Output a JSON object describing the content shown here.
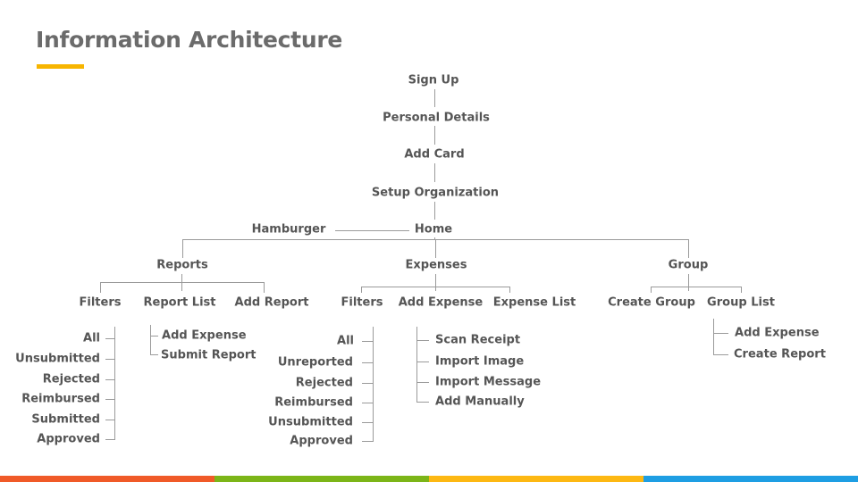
{
  "title": "Information Architecture",
  "accent_color": "#f7b500",
  "line_color": "#9a9a9a",
  "text_color": "#555555",
  "flow": {
    "sign_up": "Sign Up",
    "personal_details": "Personal Details",
    "add_card": "Add Card",
    "setup_organization": "Setup Organization",
    "home": "Home",
    "hamburger": "Hamburger"
  },
  "reports": {
    "label": "Reports",
    "filters": {
      "label": "Filters",
      "items": [
        "All",
        "Unsubmitted",
        "Rejected",
        "Reimbursed",
        "Submitted",
        "Approved"
      ]
    },
    "report_list": {
      "label": "Report List",
      "items": [
        "Add Expense",
        "Submit Report"
      ]
    },
    "add_report": "Add Report"
  },
  "expenses": {
    "label": "Expenses",
    "filters": {
      "label": "Filters",
      "items": [
        "All",
        "Unreported",
        "Rejected",
        "Reimbursed",
        "Unsubmitted",
        "Approved"
      ]
    },
    "add_expense": {
      "label": "Add Expense",
      "items": [
        "Scan Receipt",
        "Import Image",
        "Import Message",
        "Add Manually"
      ]
    },
    "expense_list": "Expense List"
  },
  "group": {
    "label": "Group",
    "create_group": "Create Group",
    "group_list": {
      "label": "Group List",
      "items": [
        "Add Expense",
        "Create Report"
      ]
    }
  },
  "bottom_bar_colors": [
    "#f05a28",
    "#7cb518",
    "#fdb813",
    "#1e9ee3"
  ]
}
